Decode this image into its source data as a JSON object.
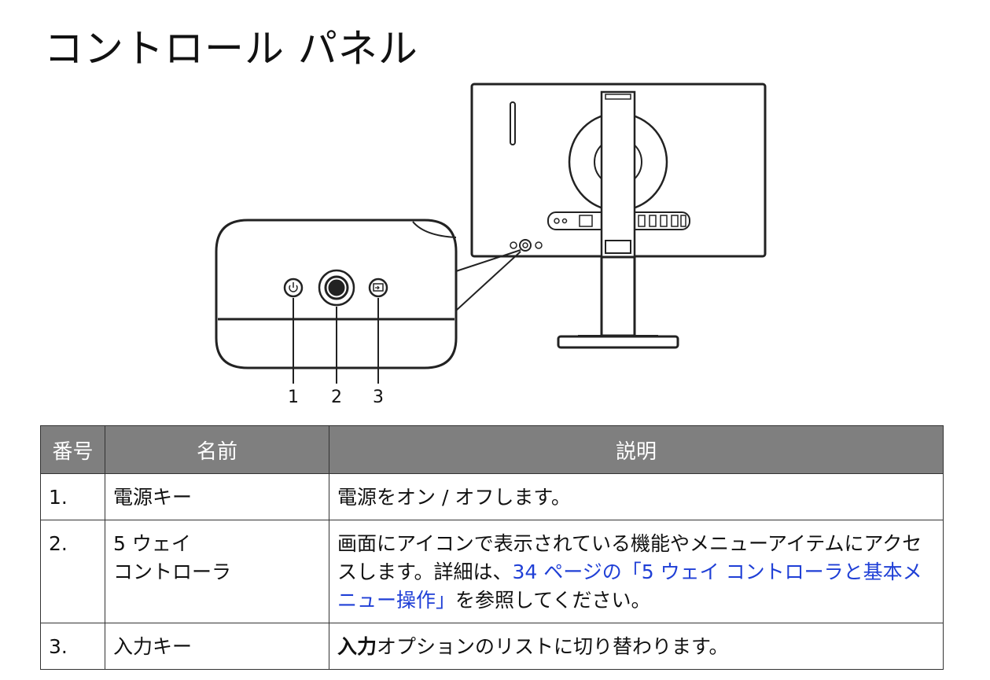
{
  "title": "コントロール パネル",
  "callouts": [
    "1",
    "2",
    "3"
  ],
  "table": {
    "headers": {
      "number": "番号",
      "name": "名前",
      "description": "説明"
    },
    "rows": [
      {
        "number": "1.",
        "name": "電源キー",
        "desc": "電源をオン / オフします。"
      },
      {
        "number": "2.",
        "name_line1": "5 ウェイ",
        "name_line2": "コントローラ",
        "desc_pre": "画面にアイコンで表示されている機能やメニューアイテムにアクセスします。詳細は、",
        "desc_link": "34 ページの「5 ウェイ コントローラと基本メニュー操作」",
        "desc_post": "を参照してください。"
      },
      {
        "number": "3.",
        "name": "入力キー",
        "desc_bold": "入力",
        "desc": "オプションのリストに切り替わります。"
      }
    ]
  }
}
